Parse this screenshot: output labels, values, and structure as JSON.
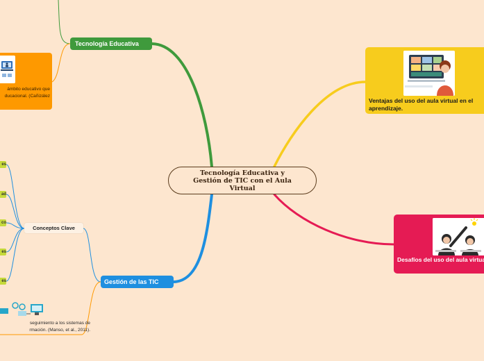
{
  "central_topic": "Tecnología Educativa y Gestión de TIC con el Aula Virtual",
  "branches": {
    "tecnologia": {
      "label": "Tecnología Educativa",
      "color": "#3f9a3c",
      "card_text": "ámbito educativo que\nducacional. (Cañizález"
    },
    "gestion": {
      "label": "Gestión de las TIC",
      "color": "#1e8fe0",
      "subtopic": "Conceptos Clave",
      "leaves": [
        "es",
        "ad",
        "co",
        "es",
        "es"
      ],
      "card_text": "seguimiento a los sistemas de\nrmación. (Manso, et al., 2011)."
    },
    "ventajas": {
      "label": "Ventajas del uso del aula virtual en el aprendizaje.",
      "color": "#f7cc1d"
    },
    "desafios": {
      "label": "Desafíos del uso del aula virtual en el aprendizaje.",
      "color": "#e51b54"
    }
  },
  "icons": {
    "tecnologia_card": "online-learning-icon",
    "ventajas_card": "video-conference-icon",
    "desafios_card": "students-idea-icon",
    "gestion_card": "network-computers-icon"
  }
}
